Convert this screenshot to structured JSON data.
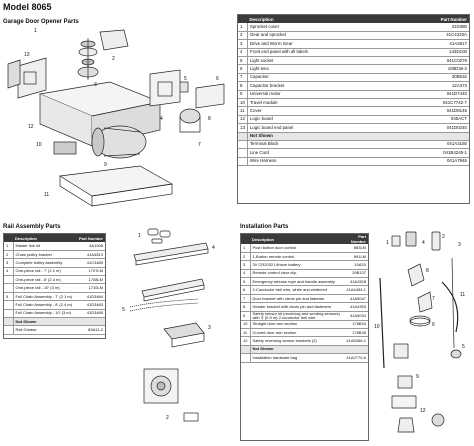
{
  "model_title": "Model 8065",
  "opener_subtitle": "Garage Door Opener Parts",
  "opener_table": {
    "col_desc": "Description",
    "col_pn": "Part Number",
    "rows": [
      {
        "n": "1",
        "desc": "Sprocket cover",
        "pn": "31D380"
      },
      {
        "n": "2",
        "desc": "Gear and sprocket",
        "pn": "41C4220A"
      },
      {
        "n": "3",
        "desc": "Drive and Worm Gear",
        "pn": "41A2817"
      },
      {
        "n": "4",
        "desc": "Front end panel with all labels",
        "pn": "143D100"
      },
      {
        "n": "5",
        "desc": "Light socket",
        "pn": "041C0279"
      },
      {
        "n": "6",
        "desc": "Light lens",
        "pn": "108D36-2"
      },
      {
        "n": "7",
        "desc": "Capacitor",
        "pn": "30B532"
      },
      {
        "n": "8",
        "desc": "Capacitor bracket",
        "pn": "12A373"
      },
      {
        "n": "9",
        "desc": "Universal motor",
        "pn": "041D7440"
      },
      {
        "n": "10",
        "desc": "Travel module",
        "pn": "041C7742-7"
      },
      {
        "n": "11",
        "desc": "Cover",
        "pn": "041D8145"
      },
      {
        "n": "12",
        "desc": "Logic board",
        "pn": "045ACT"
      },
      {
        "n": "13",
        "desc": "Logic board end panel",
        "pn": "041D0240"
      }
    ],
    "not_shown_label": "Not Shown",
    "not_shown_rows": [
      {
        "desc": "Terminal Block",
        "pn": "041A3150"
      },
      {
        "desc": "Line Cord",
        "pn": "041B4245-1"
      },
      {
        "desc": "Wire Harness",
        "pn": "041A7946"
      }
    ]
  },
  "rail_title": "Rail Assembly Parts",
  "rail_table": {
    "col_desc": "Description",
    "col_pn": "Part Number",
    "rows": [
      {
        "n": "1",
        "desc": "Master link kit",
        "pn": "4A1008"
      },
      {
        "n": "2",
        "desc": "Chain pulley bracket",
        "pn": "41A4813"
      },
      {
        "n": "3",
        "desc": "Complete trolley assembly",
        "pn": "41C3489"
      },
      {
        "n": "4",
        "desc": "One-piece rail - 7' (2.1 m)",
        "pn": "1707LM"
      },
      {
        "n": "",
        "desc": "One-piece rail - 8' (2.4 m)",
        "pn": "1708LM"
      },
      {
        "n": "",
        "desc": "One-piece rail - 10' (3 m)",
        "pn": "1710LM"
      },
      {
        "n": "5",
        "desc": "Full Chain Assembly - 7' (2.1 m)",
        "pn": "41D3484"
      },
      {
        "n": "",
        "desc": "Full Chain Assembly - 8' (2.4 m)",
        "pn": "41D3483"
      },
      {
        "n": "",
        "desc": "Full Chain Assembly - 10' (3 m)",
        "pn": "41D3485"
      }
    ],
    "not_shown_label": "Not Shown",
    "not_shown_rows": [
      {
        "desc": "Rail Grease",
        "pn": "83A11-2"
      }
    ]
  },
  "install_title": "Installation Parts",
  "install_table": {
    "col_desc": "Description",
    "col_pn": "Part Number",
    "rows": [
      {
        "n": "1",
        "desc": "Push button door control",
        "pn": "883LM"
      },
      {
        "n": "2",
        "desc": "1-Button remote control",
        "pn": "891LM"
      },
      {
        "n": "3",
        "desc": "3V CR2032 Lithium battery",
        "pn": "10A20"
      },
      {
        "n": "4",
        "desc": "Remote control visor clip",
        "pn": "29B137"
      },
      {
        "n": "5",
        "desc": "Emergency release rope and handle assembly",
        "pn": "41A2828"
      },
      {
        "n": "6",
        "desc": "2-Conductor bell wire, white and white/red",
        "pn": "41A4494-1"
      },
      {
        "n": "7",
        "desc": "Door bracket with clevis pin and fastener",
        "pn": "41A5047"
      },
      {
        "n": "8",
        "desc": "Header bracket with clevis pin and fasteners",
        "pn": "41A4353"
      },
      {
        "n": "9",
        "desc": "Safety sensor kit (receiving and sending sensors) with 3' (0.9 m) 2-conductor bell wire",
        "pn": "41A5034"
      },
      {
        "n": "10",
        "desc": "Straight door arm section",
        "pn": "178B34"
      },
      {
        "n": "11",
        "desc": "Curved door arm section",
        "pn": "178B35"
      },
      {
        "n": "12",
        "desc": "Safety reversing sensor brackets (2)",
        "pn": "41A5266-1"
      }
    ],
    "not_shown_label": "Not Shown",
    "not_shown_rows": [
      {
        "desc": "Installation hardware bag",
        "pn": "41A2770-6"
      }
    ]
  },
  "callouts": {
    "opener": [
      "1",
      "2",
      "3",
      "4",
      "5",
      "6",
      "7",
      "8",
      "9",
      "10",
      "11",
      "12",
      "13"
    ],
    "rail": [
      "1",
      "2",
      "3",
      "4",
      "5"
    ],
    "install": [
      "1",
      "2",
      "3",
      "4",
      "5",
      "6",
      "7",
      "8",
      "9",
      "10",
      "11",
      "12"
    ]
  }
}
